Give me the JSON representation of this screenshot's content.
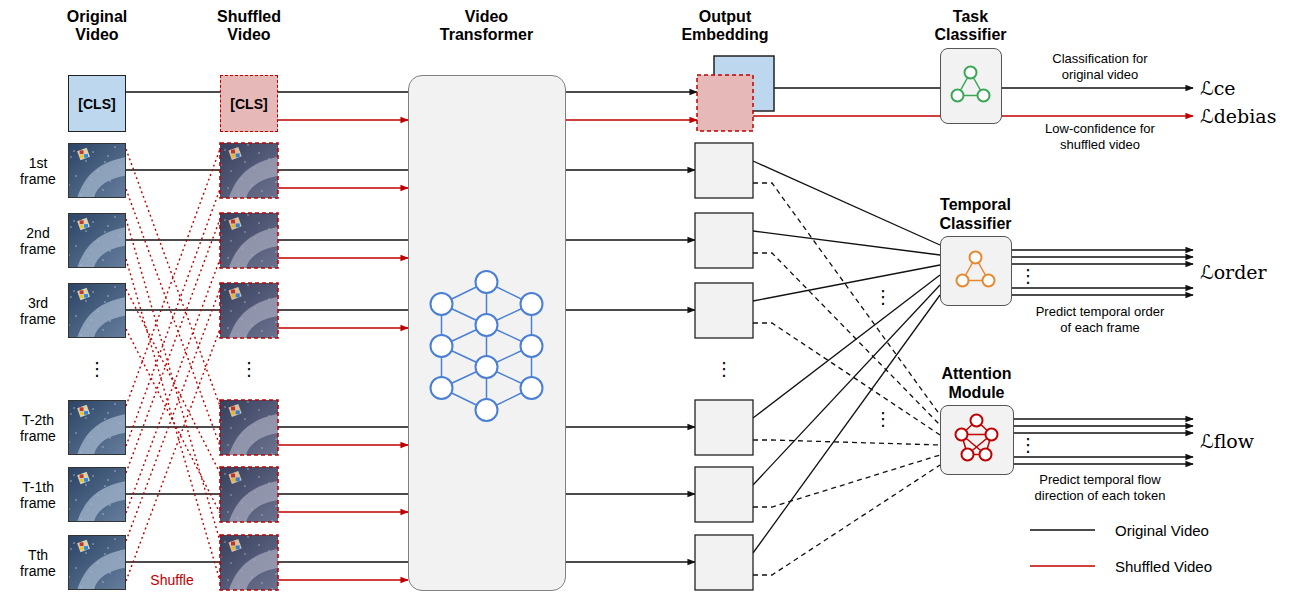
{
  "diagram": {
    "nodes": [
      {
        "text": [
          "[CLS]"
        ]
      },
      {
        "text": [
          "[CLS]"
        ]
      },
      {
        "text": [
          "1st frame"
        ]
      },
      {
        "text": [
          "2nd frame"
        ]
      },
      {
        "text": [
          "3rd frame"
        ]
      },
      {
        "text": [
          "T-2th frame"
        ]
      },
      {
        "text": [
          "T-1th frame"
        ]
      },
      {
        "text": [
          "Tth frame"
        ]
      },
      {
        "text": [
          "Video Transformer"
        ]
      },
      {
        "text": [
          "Task Classifier"
        ]
      },
      {
        "text": [
          "Temporal Classifier"
        ]
      },
      {
        "text": [
          "Attention Module"
        ]
      }
    ],
    "edges": [
      {
        "from": 0,
        "to": 8,
        "arrow": "none"
      },
      {
        "from": 1,
        "to": 8,
        "arrow": "to"
      },
      {
        "from": 2,
        "to": 8,
        "arrow": "none"
      },
      {
        "from": 3,
        "to": 8,
        "arrow": "none"
      },
      {
        "from": 4,
        "to": 8,
        "arrow": "none"
      },
      {
        "from": 5,
        "to": 8,
        "arrow": "none"
      },
      {
        "from": 6,
        "to": 8,
        "arrow": "none"
      },
      {
        "from": 7,
        "to": 8,
        "arrow": "none"
      }
    ],
    "labels": [
      "Original Video",
      "Shuffled Video",
      "Output Embedding",
      "ℒce",
      "ℒdebias",
      "Classification for original video",
      "Low-confidence for shuffled video",
      "ℒorder",
      "Predict temporal order of each frame",
      "ℒflow",
      "Predict temporal flow direction of each token",
      "Shuffle",
      "⋮",
      "⋮",
      "⋮",
      "⋮",
      "⋮",
      "⋮",
      "⋮"
    ],
    "legend": [
      {
        "text": "Original Video"
      },
      {
        "text": "Shuffled Video"
      }
    ]
  }
}
